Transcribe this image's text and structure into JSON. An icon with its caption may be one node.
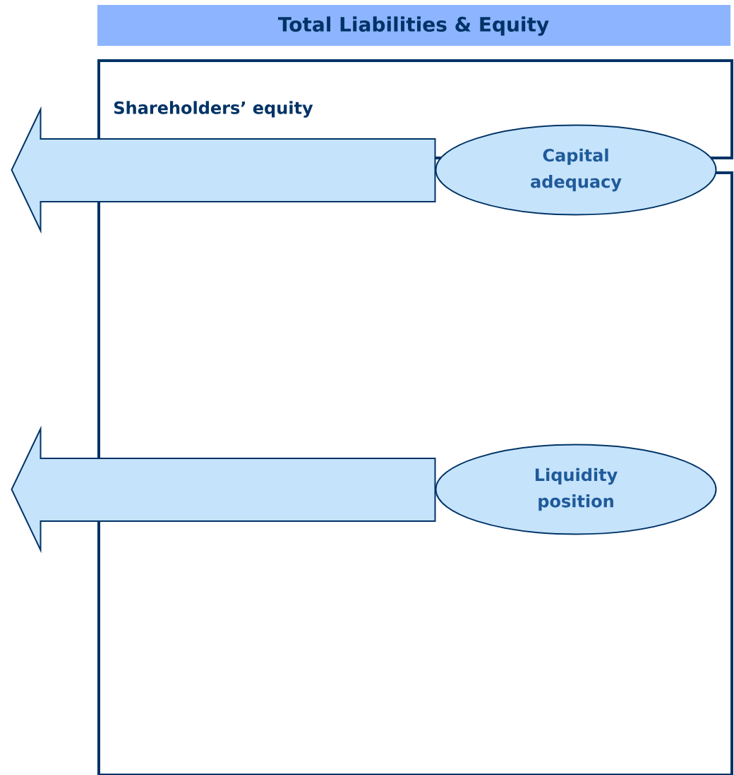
{
  "diagram": {
    "title": "Total Liabilities & Equity",
    "nodes": [
      {
        "text": [
          "Shareholders’ equity"
        ]
      },
      {
        "text": [],
        "shape": "box"
      },
      {
        "text": [
          "Capital adequacy"
        ]
      },
      {
        "text": [
          "Liquidity position"
        ],
        "in": 1
      }
    ],
    "edges": [
      {
        "from": 2,
        "to": null,
        "arrow": "to"
      },
      {
        "from": 3,
        "to": null,
        "arrow": "to"
      }
    ]
  }
}
